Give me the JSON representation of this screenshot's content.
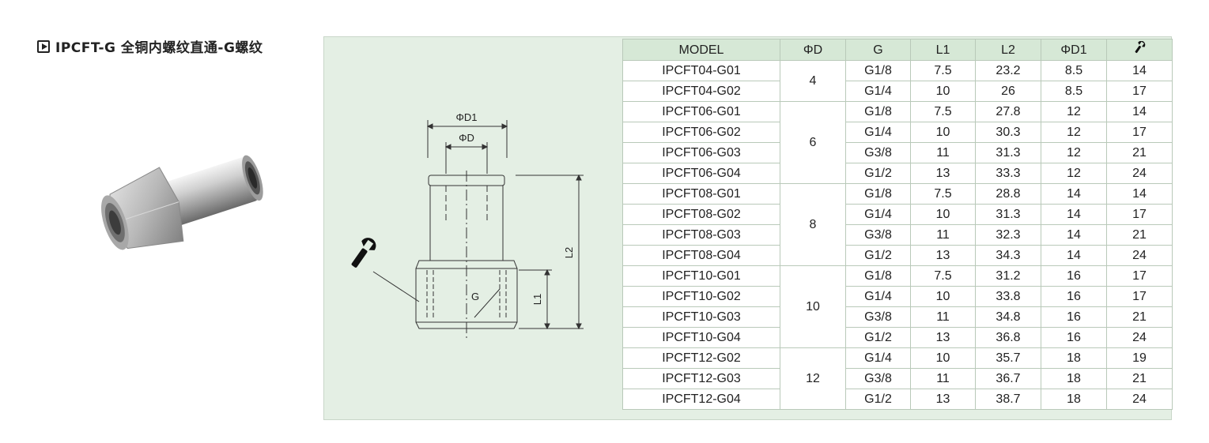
{
  "heading": {
    "title": "IPCFT-G 全铜内螺纹直通-G螺纹"
  },
  "drawing": {
    "d1": "ΦD1",
    "d": "ΦD",
    "l2": "L2",
    "l1": "L1",
    "g": "G"
  },
  "table": {
    "headers": [
      "MODEL",
      "ΦD",
      "G",
      "L1",
      "L2",
      "ΦD1",
      "wrench-icon"
    ],
    "groups": [
      {
        "d": "4",
        "rows": [
          [
            "IPCFT04-G01",
            "G1/8",
            "7.5",
            "23.2",
            "8.5",
            "14"
          ],
          [
            "IPCFT04-G02",
            "G1/4",
            "10",
            "26",
            "8.5",
            "17"
          ]
        ]
      },
      {
        "d": "6",
        "rows": [
          [
            "IPCFT06-G01",
            "G1/8",
            "7.5",
            "27.8",
            "12",
            "14"
          ],
          [
            "IPCFT06-G02",
            "G1/4",
            "10",
            "30.3",
            "12",
            "17"
          ],
          [
            "IPCFT06-G03",
            "G3/8",
            "11",
            "31.3",
            "12",
            "21"
          ],
          [
            "IPCFT06-G04",
            "G1/2",
            "13",
            "33.3",
            "12",
            "24"
          ]
        ]
      },
      {
        "d": "8",
        "rows": [
          [
            "IPCFT08-G01",
            "G1/8",
            "7.5",
            "28.8",
            "14",
            "14"
          ],
          [
            "IPCFT08-G02",
            "G1/4",
            "10",
            "31.3",
            "14",
            "17"
          ],
          [
            "IPCFT08-G03",
            "G3/8",
            "11",
            "32.3",
            "14",
            "21"
          ],
          [
            "IPCFT08-G04",
            "G1/2",
            "13",
            "34.3",
            "14",
            "24"
          ]
        ]
      },
      {
        "d": "10",
        "rows": [
          [
            "IPCFT10-G01",
            "G1/8",
            "7.5",
            "31.2",
            "16",
            "17"
          ],
          [
            "IPCFT10-G02",
            "G1/4",
            "10",
            "33.8",
            "16",
            "17"
          ],
          [
            "IPCFT10-G03",
            "G3/8",
            "11",
            "34.8",
            "16",
            "21"
          ],
          [
            "IPCFT10-G04",
            "G1/2",
            "13",
            "36.8",
            "16",
            "24"
          ]
        ]
      },
      {
        "d": "12",
        "rows": [
          [
            "IPCFT12-G02",
            "G1/4",
            "10",
            "35.7",
            "18",
            "19"
          ],
          [
            "IPCFT12-G03",
            "G3/8",
            "11",
            "36.7",
            "18",
            "21"
          ],
          [
            "IPCFT12-G04",
            "G1/2",
            "13",
            "38.7",
            "18",
            "24"
          ]
        ]
      }
    ]
  }
}
